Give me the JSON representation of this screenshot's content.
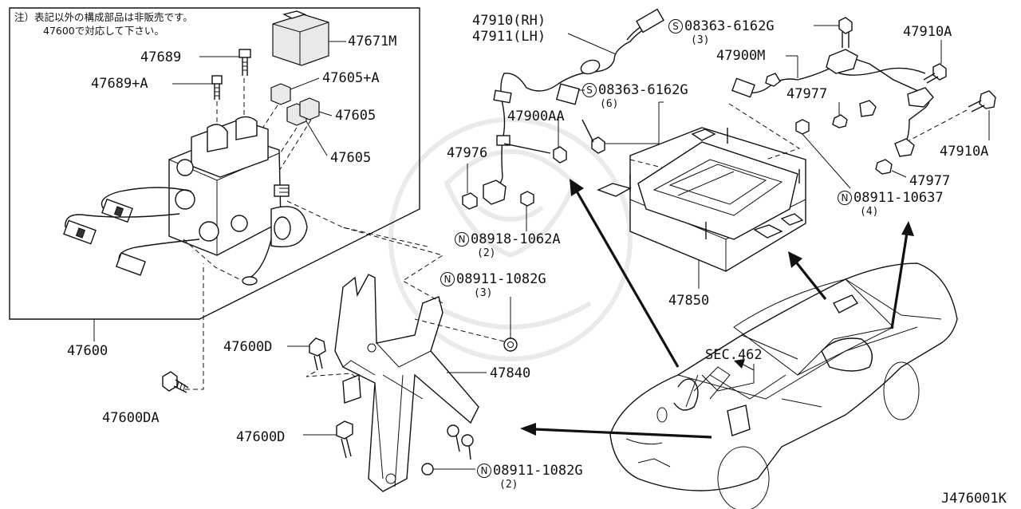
{
  "note": {
    "line1": "注）表記以外の構成部品は非販売です。",
    "line2": "47600で対応して下さい。"
  },
  "labels": {
    "p47671M": "47671M",
    "p47689": "47689",
    "p47689A": "47689+A",
    "p47605A": "47605+A",
    "p47605_1": "47605",
    "p47605_2": "47605",
    "p47600": "47600",
    "p47600D_1": "47600D",
    "p47600DA": "47600DA",
    "p47600D_2": "47600D",
    "p47840": "47840",
    "p47910RH": "47910(RH)",
    "p47911LH": "47911(LH)",
    "p47900AA": "47900AA",
    "p47976": "47976",
    "p47900M": "47900M",
    "p47977_1": "47977",
    "p47977_2": "47977",
    "p47910A_1": "47910A",
    "p47910A_2": "47910A",
    "p47850": "47850",
    "sec": "SEC.462",
    "diagram_id": "J476001K"
  },
  "callouts": {
    "s1": {
      "prefix": "S",
      "code": "08363-6162G",
      "qty": "(3)"
    },
    "s2": {
      "prefix": "S",
      "code": "08363-6162G",
      "qty": "(6)"
    },
    "n1": {
      "prefix": "N",
      "code": "08911-10637",
      "qty": "(4)"
    },
    "n2": {
      "prefix": "N",
      "code": "08918-1062A",
      "qty": "(2)"
    },
    "n3": {
      "prefix": "N",
      "code": "08911-1082G",
      "qty": "(3)"
    },
    "n4": {
      "prefix": "N",
      "code": "08911-1082G",
      "qty": "(2)"
    }
  }
}
